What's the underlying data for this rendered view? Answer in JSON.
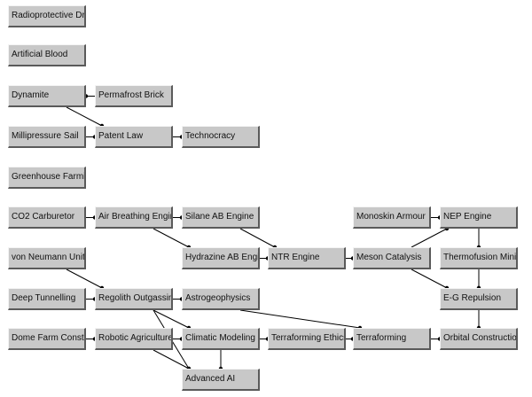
{
  "nodes": [
    {
      "id": "radioprotective",
      "label": "Radioprotective Dru"
    },
    {
      "id": "artificial-blood",
      "label": "Artificial Blood"
    },
    {
      "id": "dynamite",
      "label": "Dynamite"
    },
    {
      "id": "permafrost-brick",
      "label": "Permafrost Brick"
    },
    {
      "id": "millipressure-sail",
      "label": "Millipressure Sail"
    },
    {
      "id": "patent-law",
      "label": "Patent Law"
    },
    {
      "id": "technocracy",
      "label": "Technocracy"
    },
    {
      "id": "greenhouse-farming",
      "label": "Greenhouse Farming"
    },
    {
      "id": "co2-carburetor",
      "label": "CO2 Carburetor"
    },
    {
      "id": "air-breathing-engine",
      "label": "Air Breathing Engine"
    },
    {
      "id": "silane-ab-engine",
      "label": "Silane AB Engine"
    },
    {
      "id": "monoskin-armour",
      "label": "Monoskin Armour"
    },
    {
      "id": "nep-engine",
      "label": "NEP Engine"
    },
    {
      "id": "von-neumann-units",
      "label": "von Neumann Units"
    },
    {
      "id": "hydrazine-ab-engine",
      "label": "Hydrazine AB Engin"
    },
    {
      "id": "ntr-engine",
      "label": "NTR Engine"
    },
    {
      "id": "meson-catalysis",
      "label": "Meson Catalysis"
    },
    {
      "id": "thermofusion-mining",
      "label": "Thermofusion Minin"
    },
    {
      "id": "deep-tunnelling",
      "label": "Deep Tunnelling"
    },
    {
      "id": "regolith-outgassing",
      "label": "Regolith Outgassing"
    },
    {
      "id": "astrogeophysics",
      "label": "Astrogeophysics"
    },
    {
      "id": "eg-repulsion",
      "label": "E-G Repulsion"
    },
    {
      "id": "dome-farm-construction",
      "label": "Dome Farm Constru"
    },
    {
      "id": "robotic-agriculture",
      "label": "Robotic Agriculture"
    },
    {
      "id": "climatic-modeling",
      "label": "Climatic Modeling"
    },
    {
      "id": "terraforming-ethics",
      "label": "Terraforming Ethics"
    },
    {
      "id": "terraforming",
      "label": "Terraforming"
    },
    {
      "id": "orbital-construction",
      "label": "Orbital Construction"
    },
    {
      "id": "advanced-ai",
      "label": "Advanced AI"
    }
  ],
  "links": [
    [
      "permafrost-brick",
      "dynamite"
    ],
    [
      "dynamite",
      "patent-law"
    ],
    [
      "millipressure-sail",
      "patent-law"
    ],
    [
      "patent-law",
      "technocracy"
    ],
    [
      "co2-carburetor",
      "air-breathing-engine"
    ],
    [
      "air-breathing-engine",
      "silane-ab-engine"
    ],
    [
      "air-breathing-engine",
      "hydrazine-ab-engine"
    ],
    [
      "silane-ab-engine",
      "ntr-engine"
    ],
    [
      "hydrazine-ab-engine",
      "ntr-engine"
    ],
    [
      "ntr-engine",
      "meson-catalysis"
    ],
    [
      "monoskin-armour",
      "nep-engine"
    ],
    [
      "meson-catalysis",
      "nep-engine"
    ],
    [
      "nep-engine",
      "thermofusion-mining"
    ],
    [
      "meson-catalysis",
      "eg-repulsion"
    ],
    [
      "nep-engine",
      "eg-repulsion"
    ],
    [
      "thermofusion-mining",
      "eg-repulsion"
    ],
    [
      "von-neumann-units",
      "regolith-outgassing"
    ],
    [
      "deep-tunnelling",
      "regolith-outgassing"
    ],
    [
      "regolith-outgassing",
      "astrogeophysics"
    ],
    [
      "regolith-outgassing",
      "climatic-modeling"
    ],
    [
      "astrogeophysics",
      "terraforming"
    ],
    [
      "dome-farm-construction",
      "robotic-agriculture"
    ],
    [
      "robotic-agriculture",
      "climatic-modeling"
    ],
    [
      "robotic-agriculture",
      "advanced-ai"
    ],
    [
      "climatic-modeling",
      "terraforming-ethics"
    ],
    [
      "terraforming-ethics",
      "terraforming"
    ],
    [
      "terraforming",
      "orbital-construction"
    ],
    [
      "eg-repulsion",
      "orbital-construction"
    ],
    [
      "regolith-outgassing",
      "advanced-ai"
    ],
    [
      "climatic-modeling",
      "advanced-ai"
    ]
  ]
}
